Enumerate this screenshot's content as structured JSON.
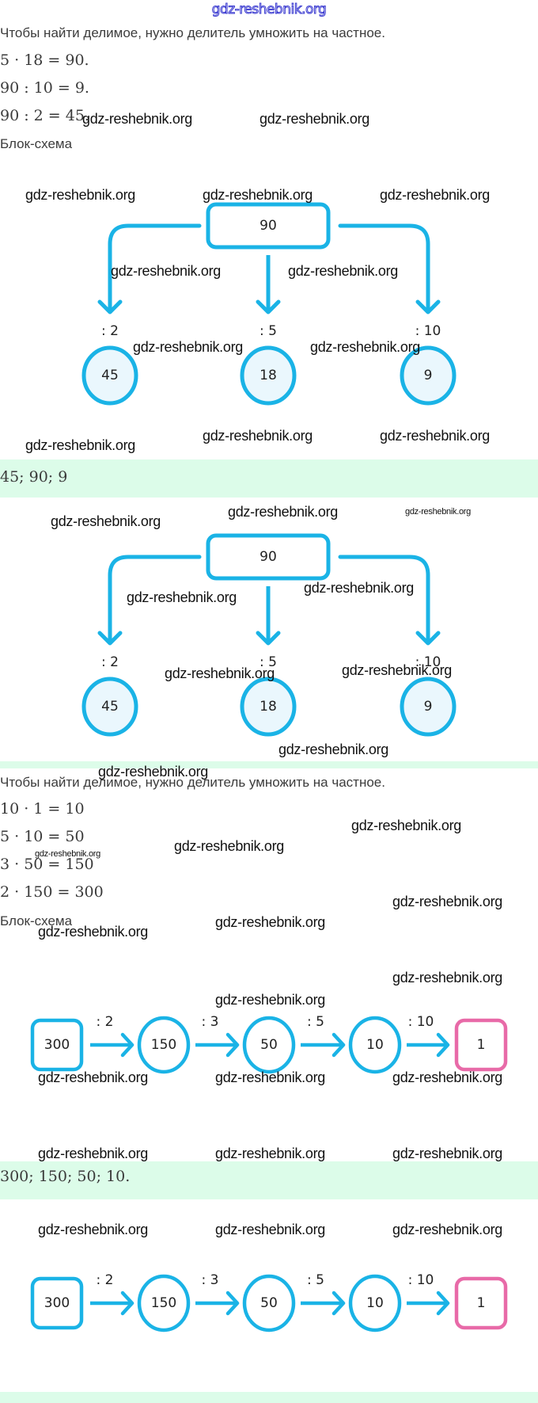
{
  "header": {
    "watermark": "gdz-reshebnik.org"
  },
  "colors": {
    "accent_blue": "#1ab3e6",
    "accent_pink": "#e86aa8",
    "answer_band": "#dcfce9",
    "circle_fill": "#eaf7fd"
  },
  "watermark_text": "gdz-reshebnik.org",
  "section1": {
    "rule": "Чтобы найти делимое, нужно делитель умножить на частное.",
    "equations": [
      "5 · 18 = 90.",
      "90 : 10 = 9.",
      "90 : 2 = 45."
    ],
    "scheme_label": "Блок-схема",
    "tree": {
      "root": "90",
      "branches": [
        {
          "op": ": 2",
          "result": "45"
        },
        {
          "op": ": 5",
          "result": "18"
        },
        {
          "op": ": 10",
          "result": "9"
        }
      ]
    },
    "answer": "45; 90; 9"
  },
  "section2": {
    "rule": "Чтобы найти делимое, нужно делитель умножить на частное.",
    "equations": [
      "10 · 1 = 10",
      "5 · 10 = 50",
      "3 · 50 = 150",
      "2 · 150 = 300"
    ],
    "scheme_label": "Блок-схема",
    "chain": {
      "start": "300",
      "steps": [
        {
          "op": ": 2",
          "result": "150"
        },
        {
          "op": ": 3",
          "result": "50"
        },
        {
          "op": ": 5",
          "result": "10"
        },
        {
          "op": ": 10",
          "result": "1"
        }
      ]
    },
    "answer": "300; 150; 50; 10."
  }
}
